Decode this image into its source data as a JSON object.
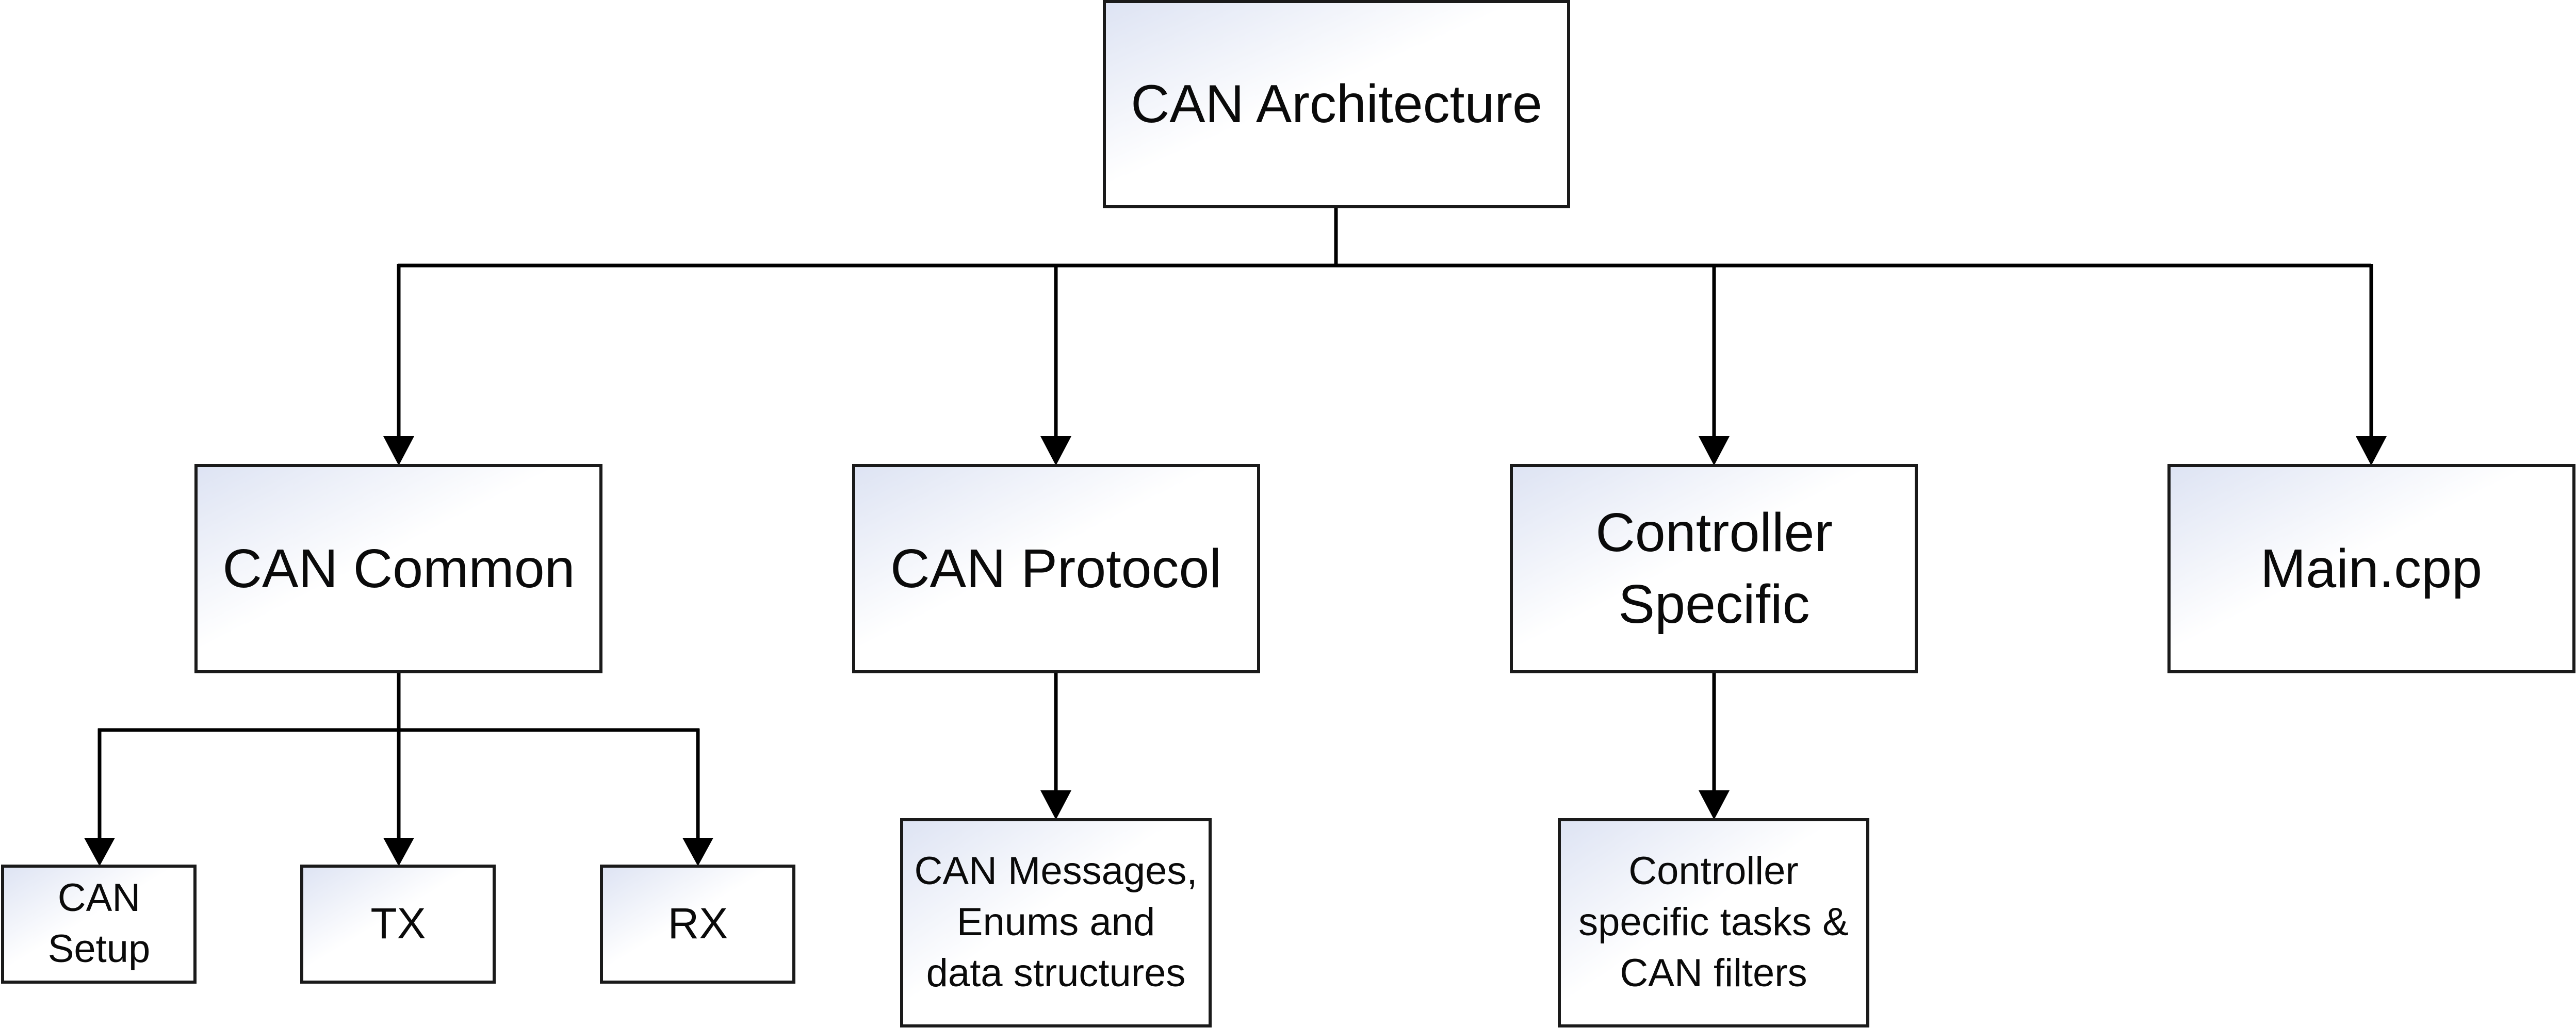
{
  "diagram": {
    "root": {
      "label": "CAN Architecture"
    },
    "modules": {
      "can_common": {
        "label": "CAN Common"
      },
      "can_protocol": {
        "label": "CAN Protocol"
      },
      "controller_specific": {
        "line1": "Controller",
        "line2": "Specific"
      },
      "main_cpp": {
        "label": "Main.cpp"
      }
    },
    "details": {
      "can_setup": {
        "line1": "CAN",
        "line2": "Setup"
      },
      "tx": {
        "label": "TX"
      },
      "rx": {
        "label": "RX"
      },
      "can_messages": {
        "line1": "CAN Messages,",
        "line2": "Enums and",
        "line3": "data structures"
      },
      "controller_tasks": {
        "line1": "Controller",
        "line2": "specific tasks &",
        "line3": "CAN filters"
      }
    },
    "colors": {
      "box_fill_light": "#ffffff",
      "box_fill_tint": "#dde3f3",
      "box_border": "#1a1a1a",
      "connector": "#000000"
    }
  }
}
